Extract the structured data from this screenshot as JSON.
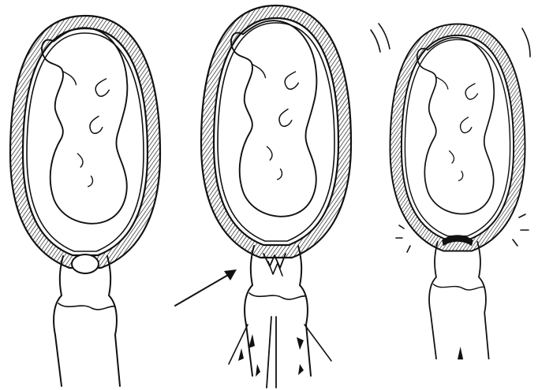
{
  "figure": {
    "panels": [
      {
        "stage": "intact-membranes",
        "membrane": "intact"
      },
      {
        "stage": "membrane-rupture",
        "membrane": "ruptured",
        "arrow": true,
        "fluid": "gushing"
      },
      {
        "stage": "after-rupture",
        "membrane": "ruptured",
        "contractions": true,
        "fluid": "dripping"
      }
    ],
    "ink_color": "#111111",
    "background": "#ffffff"
  }
}
